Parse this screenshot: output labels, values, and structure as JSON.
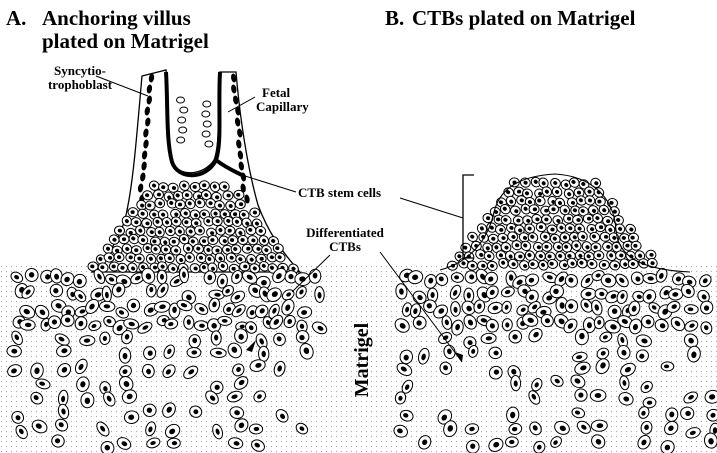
{
  "panel_a": {
    "letter": "A.",
    "title_line1": "Anchoring villus",
    "title_line2": "plated on Matrigel"
  },
  "panel_b": {
    "letter": "B.",
    "title": "CTBs plated on Matrigel"
  },
  "labels": {
    "syncytio_line1": "Syncytio-",
    "syncytio_line2": "trophoblast",
    "fetal_line1": "Fetal",
    "fetal_line2": "Capillary",
    "ctb_stem": "CTB stem cells",
    "diff_line1": "Differentiated",
    "diff_line2": "CTBs",
    "matrigel": "Matrigel"
  },
  "colors": {
    "ink": "#000000",
    "matrigel_dots": "#a8a8a8",
    "cell_fill": "#ffffff"
  }
}
